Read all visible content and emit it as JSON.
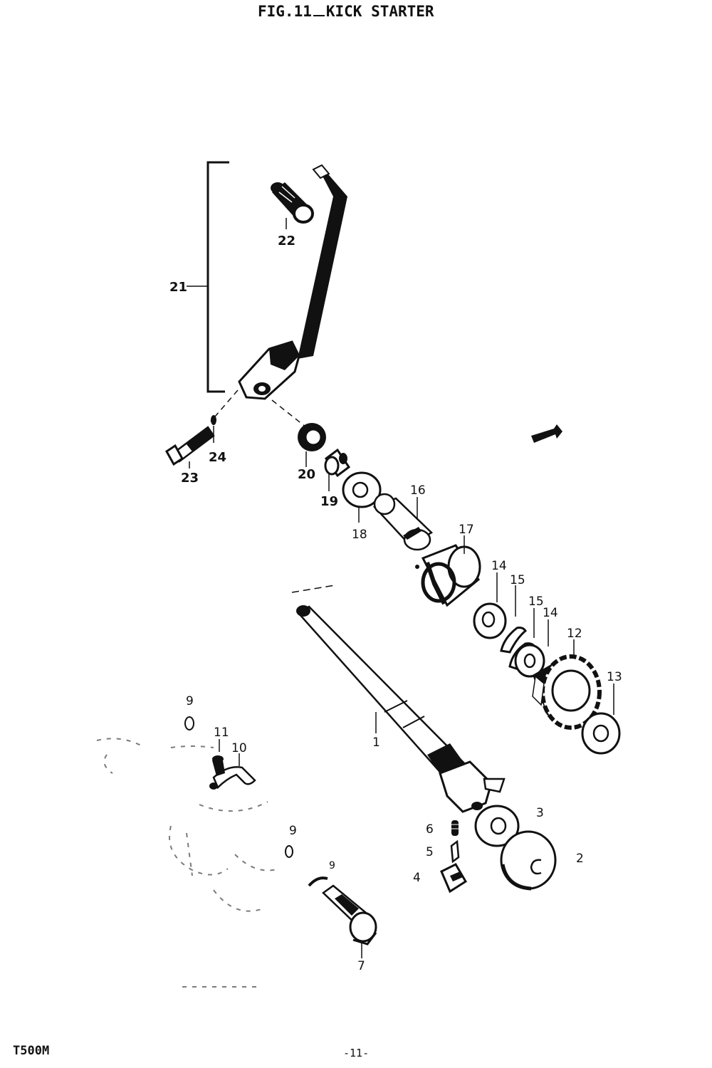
{
  "header": {
    "figure": "FIG.11",
    "title": "KICK STARTER"
  },
  "footer": {
    "model": "T500M",
    "page": "-11-"
  },
  "callouts": [
    {
      "id": "c1",
      "label": "1"
    },
    {
      "id": "c2",
      "label": "2"
    },
    {
      "id": "c3",
      "label": "3"
    },
    {
      "id": "c4",
      "label": "4"
    },
    {
      "id": "c5",
      "label": "5"
    },
    {
      "id": "c6",
      "label": "6"
    },
    {
      "id": "c7",
      "label": "7"
    },
    {
      "id": "c8",
      "label": "9"
    },
    {
      "id": "c9a",
      "label": "9"
    },
    {
      "id": "c9b",
      "label": "9"
    },
    {
      "id": "c10",
      "label": "10"
    },
    {
      "id": "c11",
      "label": "11"
    },
    {
      "id": "c12",
      "label": "12"
    },
    {
      "id": "c13",
      "label": "13"
    },
    {
      "id": "c14a",
      "label": "14"
    },
    {
      "id": "c14b",
      "label": "14"
    },
    {
      "id": "c15a",
      "label": "15"
    },
    {
      "id": "c15b",
      "label": "15"
    },
    {
      "id": "c16",
      "label": "16"
    },
    {
      "id": "c17",
      "label": "17"
    },
    {
      "id": "c18",
      "label": "18"
    },
    {
      "id": "c19",
      "label": "19"
    },
    {
      "id": "c20",
      "label": "20"
    },
    {
      "id": "c21",
      "label": "21"
    },
    {
      "id": "c22",
      "label": "22"
    },
    {
      "id": "c23",
      "label": "23"
    },
    {
      "id": "c24",
      "label": "24"
    }
  ]
}
